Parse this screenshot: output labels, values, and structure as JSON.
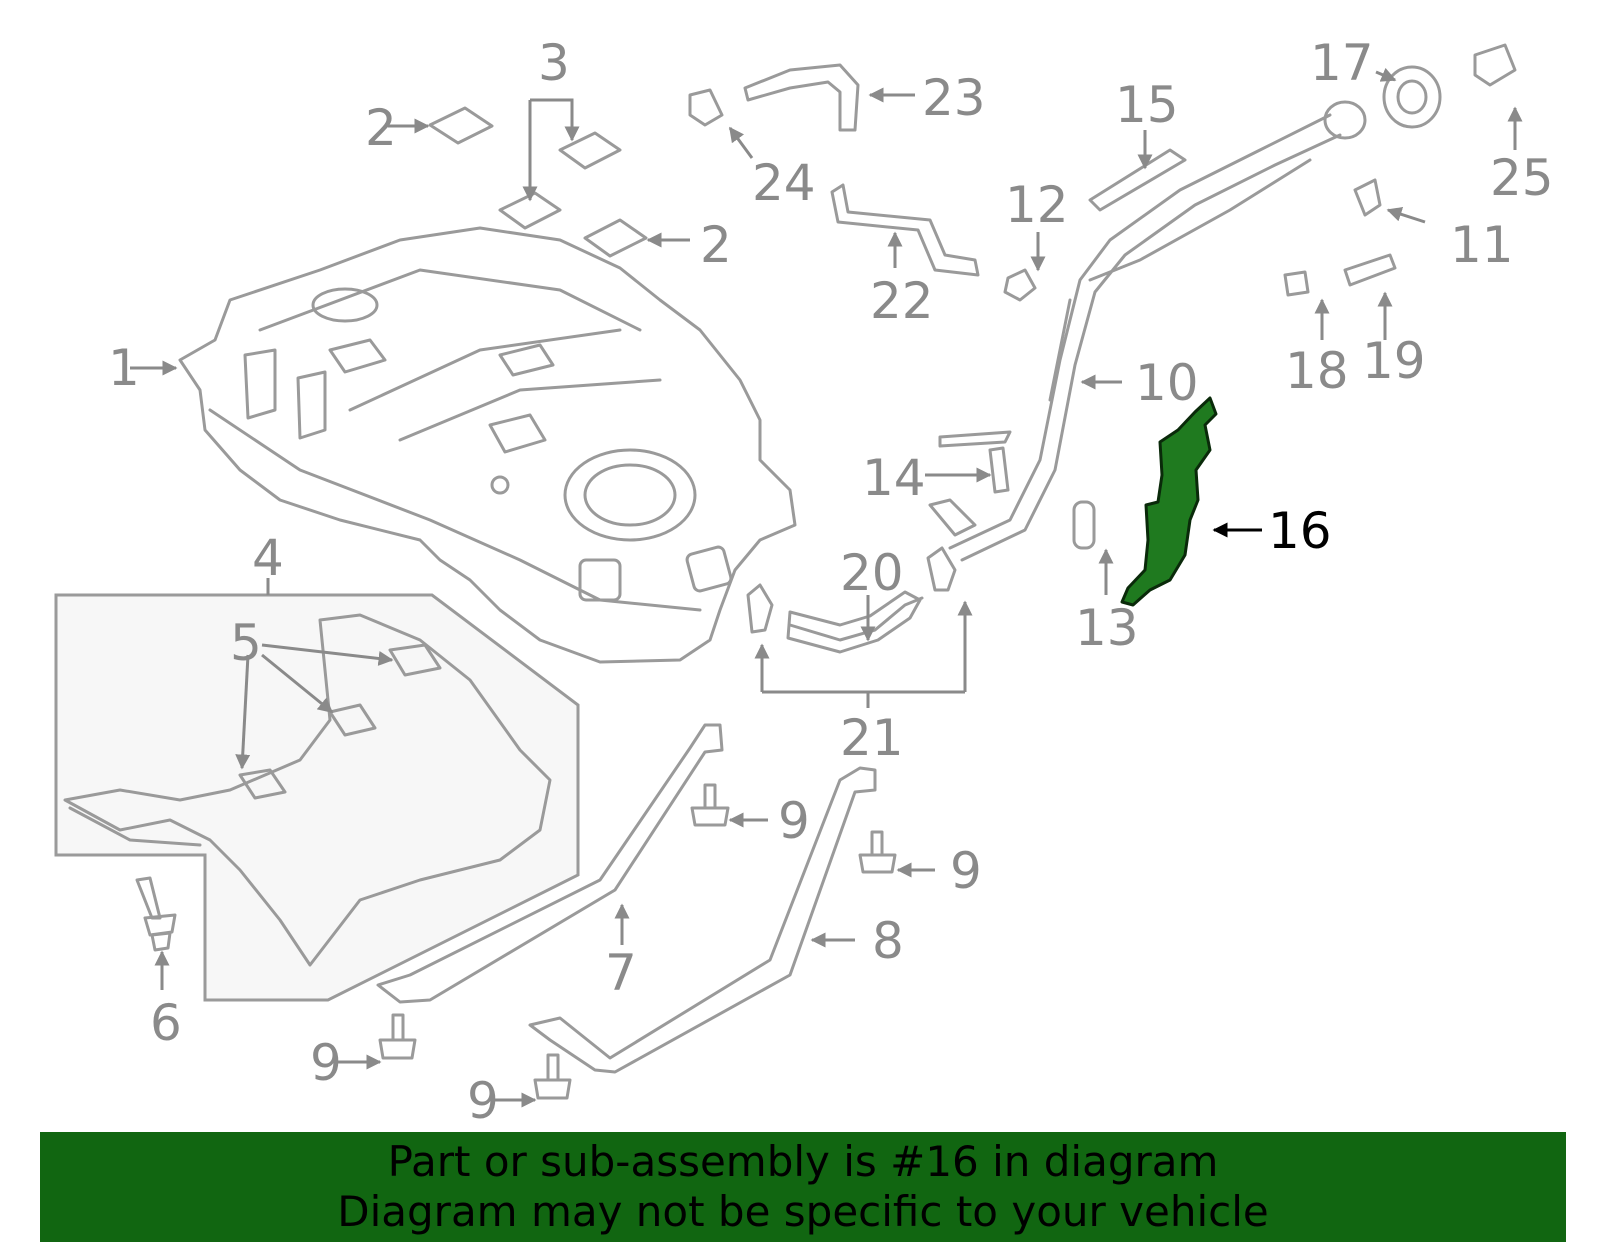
{
  "diagram": {
    "highlight_color": "#1f7a1f",
    "callouts": [
      {
        "id": "c1",
        "label": "1"
      },
      {
        "id": "c2a",
        "label": "2"
      },
      {
        "id": "c2b",
        "label": "2"
      },
      {
        "id": "c3",
        "label": "3"
      },
      {
        "id": "c4",
        "label": "4"
      },
      {
        "id": "c5",
        "label": "5"
      },
      {
        "id": "c6",
        "label": "6"
      },
      {
        "id": "c7",
        "label": "7"
      },
      {
        "id": "c8",
        "label": "8"
      },
      {
        "id": "c9a",
        "label": "9"
      },
      {
        "id": "c9b",
        "label": "9"
      },
      {
        "id": "c9c",
        "label": "9"
      },
      {
        "id": "c9d",
        "label": "9"
      },
      {
        "id": "c10",
        "label": "10"
      },
      {
        "id": "c11",
        "label": "11"
      },
      {
        "id": "c12",
        "label": "12"
      },
      {
        "id": "c13",
        "label": "13"
      },
      {
        "id": "c14",
        "label": "14"
      },
      {
        "id": "c15",
        "label": "15"
      },
      {
        "id": "c16",
        "label": "16"
      },
      {
        "id": "c17",
        "label": "17"
      },
      {
        "id": "c18",
        "label": "18"
      },
      {
        "id": "c19",
        "label": "19"
      },
      {
        "id": "c20",
        "label": "20"
      },
      {
        "id": "c21",
        "label": "21"
      },
      {
        "id": "c22",
        "label": "22"
      },
      {
        "id": "c23",
        "label": "23"
      },
      {
        "id": "c24",
        "label": "24"
      },
      {
        "id": "c25",
        "label": "25"
      }
    ]
  },
  "banner": {
    "line1": "Part or sub-assembly is #16 in diagram",
    "line2": "Diagram may not be specific to your vehicle",
    "background": "#116611"
  }
}
